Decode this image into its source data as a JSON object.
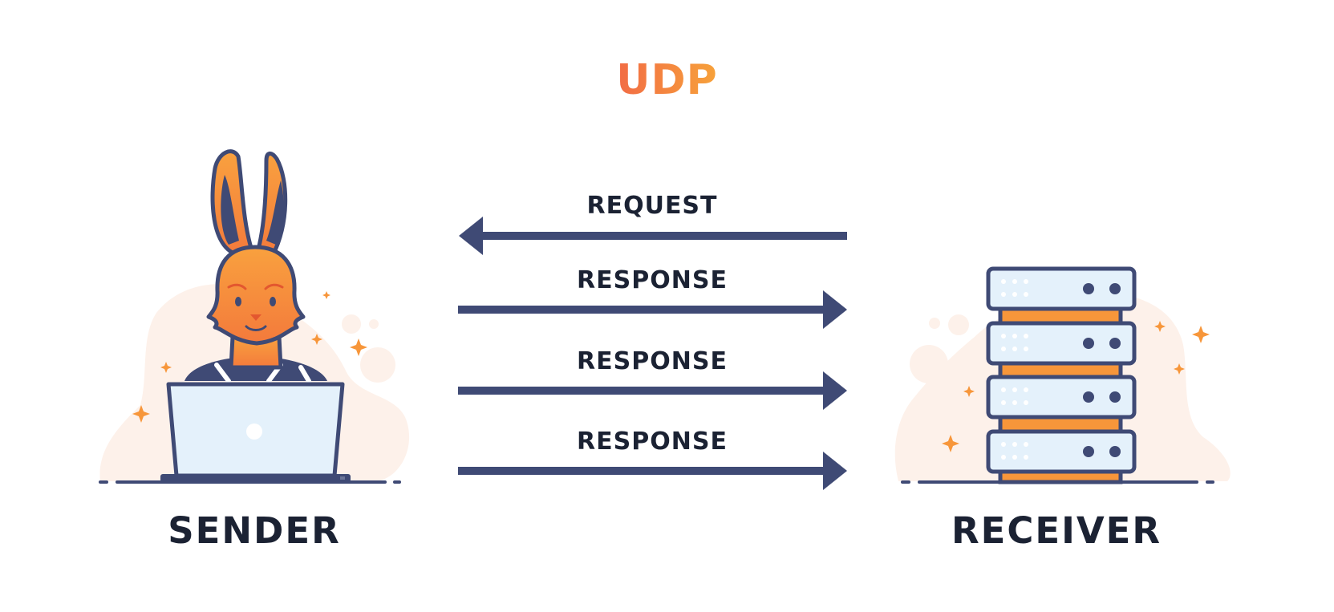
{
  "title": "UDP",
  "sender": {
    "label": "SENDER"
  },
  "receiver": {
    "label": "RECEIVER"
  },
  "messages": [
    {
      "label": "REQUEST",
      "direction": "to-sender"
    },
    {
      "label": "RESPONSE",
      "direction": "to-receiver"
    },
    {
      "label": "RESPONSE",
      "direction": "to-receiver"
    },
    {
      "label": "RESPONSE",
      "direction": "to-receiver"
    }
  ],
  "colors": {
    "navy": "#3f4a75",
    "orange": "#f7963a",
    "title_start": "#f26b45",
    "title_end": "#f7a23a",
    "text": "#1b2233"
  }
}
